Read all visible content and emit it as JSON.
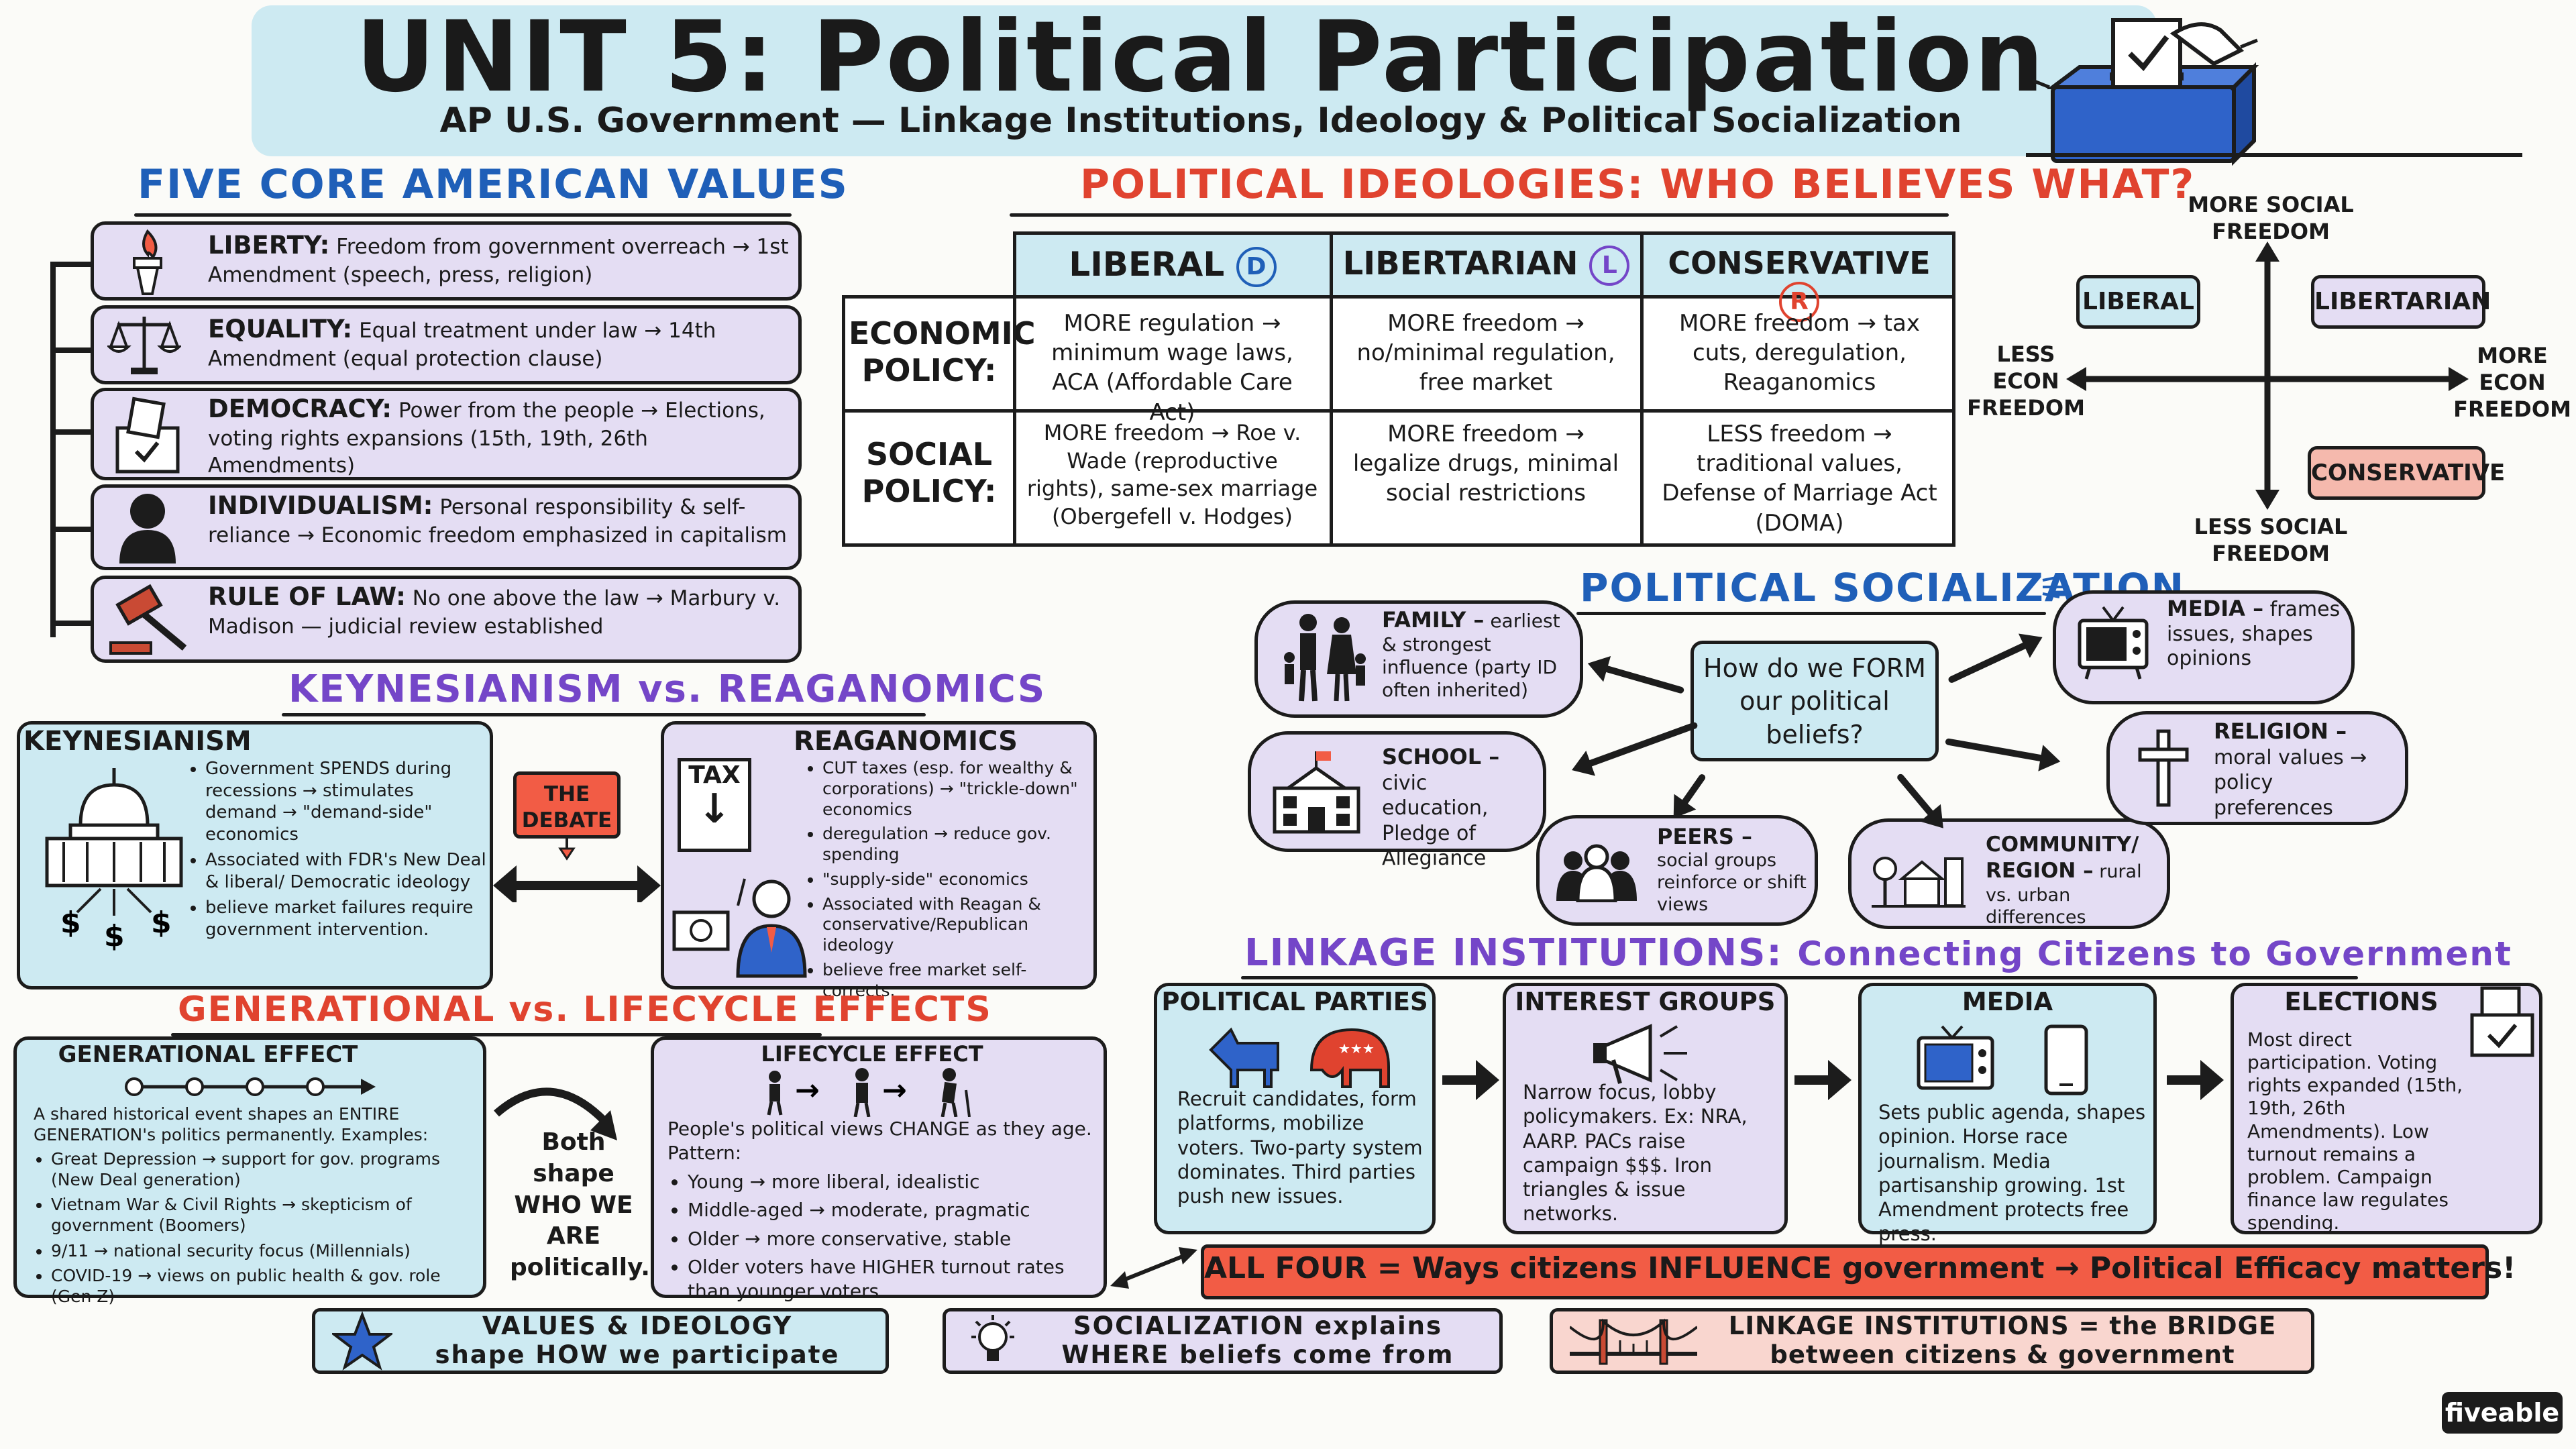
{
  "header": {
    "title": "UNIT 5: Political Participation",
    "subtitle": "AP U.S. Government — Linkage Institutions, Ideology & Political Socialization"
  },
  "values": {
    "title": "FIVE CORE AMERICAN VALUES",
    "items": [
      {
        "name": "LIBERTY:",
        "text": "Freedom from government overreach → 1st Amendment (speech, press, religion)"
      },
      {
        "name": "EQUALITY:",
        "text": "Equal treatment under law → 14th Amendment (equal protection clause)"
      },
      {
        "name": "DEMOCRACY:",
        "text": "Power from the people → Elections, voting rights expansions (15th, 19th, 26th Amendments)"
      },
      {
        "name": "INDIVIDUALISM:",
        "text": "Personal responsibility & self-reliance → Economic freedom emphasized in capitalism"
      },
      {
        "name": "RULE OF LAW:",
        "text": "No one above the law → Marbury v. Madison — judicial review established"
      }
    ]
  },
  "ideologies": {
    "title": "POLITICAL IDEOLOGIES: WHO BELIEVES WHAT?",
    "columns": [
      "LIBERAL",
      "LIBERTARIAN",
      "CONSERVATIVE"
    ],
    "badges": [
      "D",
      "L",
      "R"
    ],
    "rows": [
      {
        "label": "ECONOMIC POLICY:",
        "cells": [
          "MORE regulation → minimum wage laws, ACA (Affordable Care Act)",
          "MORE freedom → no/minimal regulation, free market",
          "MORE freedom → tax cuts, deregulation, Reaganomics"
        ]
      },
      {
        "label": "SOCIAL POLICY:",
        "cells": [
          "MORE freedom → Roe v. Wade (reproductive rights), same-sex marriage (Obergefell v. Hodges)",
          "MORE freedom → legalize drugs, minimal social restrictions",
          "LESS freedom → traditional values, Defense of Marriage Act (DOMA)"
        ]
      }
    ]
  },
  "quadrant": {
    "top": "MORE SOCIAL FREEDOM",
    "bottom": "LESS SOCIAL FREEDOM",
    "left": "LESS ECON FREEDOM",
    "right": "MORE ECON FREEDOM",
    "liberal": "LIBERAL",
    "libertarian": "LIBERTARIAN",
    "conservative": "CONSERVATIVE"
  },
  "keynes": {
    "title": "KEYNESIANISM vs. REAGANOMICS",
    "k_heading": "KEYNESIANISM",
    "k_bullets": [
      "Government SPENDS during recessions → stimulates demand → \"demand-side\" economics",
      "Associated with FDR's New Deal & liberal/ Democratic ideology",
      "believe market failures require government intervention."
    ],
    "debate": "THE DEBATE",
    "r_heading": "REAGANOMICS",
    "tax": "TAX",
    "r_bullets": [
      "CUT taxes (esp. for wealthy & corporations) → \"trickle-down\" economics",
      "deregulation → reduce gov. spending",
      "\"supply-side\" economics",
      "Associated with Reagan & conservative/Republican ideology",
      "believe free market self-corrects."
    ]
  },
  "effects": {
    "title": "GENERATIONAL vs. LIFECYCLE EFFECTS",
    "gen_heading": "GENERATIONAL EFFECT",
    "gen_intro": "A shared historical event shapes an ENTIRE GENERATION's politics permanently. Examples:",
    "gen_bullets": [
      "Great Depression → support for gov. programs (New Deal generation)",
      "Vietnam War & Civil Rights → skepticism of government (Boomers)",
      "9/11 → national security focus (Millennials)",
      "COVID-19 → views on public health & gov. role (Gen Z)"
    ],
    "both": "Both shape WHO WE ARE politically.",
    "life_heading": "LIFECYCLE EFFECT",
    "life_intro": "People's political views CHANGE as they age. Pattern:",
    "life_bullets": [
      "Young → more liberal, idealistic",
      "Middle-aged → moderate, pragmatic",
      "Older → more conservative, stable",
      "Older voters have HIGHER turnout rates than younger voters"
    ]
  },
  "socialization": {
    "title": "POLITICAL SOCIALIZATION",
    "center": "How do we FORM our political beliefs?",
    "nodes": [
      {
        "name": "FAMILY –",
        "text": "earliest & strongest influence (party ID often inherited)"
      },
      {
        "name": "SCHOOL –",
        "text": "civic education, Pledge of Allegiance"
      },
      {
        "name": "PEERS –",
        "text": "social groups reinforce or shift views"
      },
      {
        "name": "COMMUNITY/ REGION –",
        "text": "rural vs. urban differences"
      },
      {
        "name": "RELIGION –",
        "text": "moral values → policy preferences"
      },
      {
        "name": "MEDIA –",
        "text": "frames issues, shapes opinions"
      }
    ]
  },
  "linkage": {
    "title": "LINKAGE INSTITUTIONS:",
    "title2": "Connecting Citizens to Government",
    "boxes": [
      {
        "heading": "POLITICAL PARTIES",
        "text": "Recruit candidates, form platforms, mobilize voters. Two-party system dominates. Third parties push new issues."
      },
      {
        "heading": "INTEREST GROUPS",
        "text": "Narrow focus, lobby policymakers. Ex: NRA, AARP. PACs raise campaign $$$. Iron triangles & issue networks."
      },
      {
        "heading": "MEDIA",
        "text": "Sets public agenda, shapes opinion. Horse race journalism. Media partisanship growing. 1st Amendment protects free press."
      },
      {
        "heading": "ELECTIONS",
        "text": "Most direct participation. Voting rights expanded (15th, 19th, 26th Amendments). Low turnout remains a problem. Campaign finance law regulates spending."
      }
    ],
    "banner": "ALL FOUR = Ways citizens INFLUENCE government → Political Efficacy matters!"
  },
  "footer": {
    "f1a": "VALUES & IDEOLOGY",
    "f1b": "shape HOW we participate",
    "f2a": "SOCIALIZATION explains",
    "f2b": "WHERE beliefs come from",
    "f3a": "LINKAGE INSTITUTIONS = the BRIDGE",
    "f3b": "between citizens & government",
    "brand": "fiveable"
  }
}
